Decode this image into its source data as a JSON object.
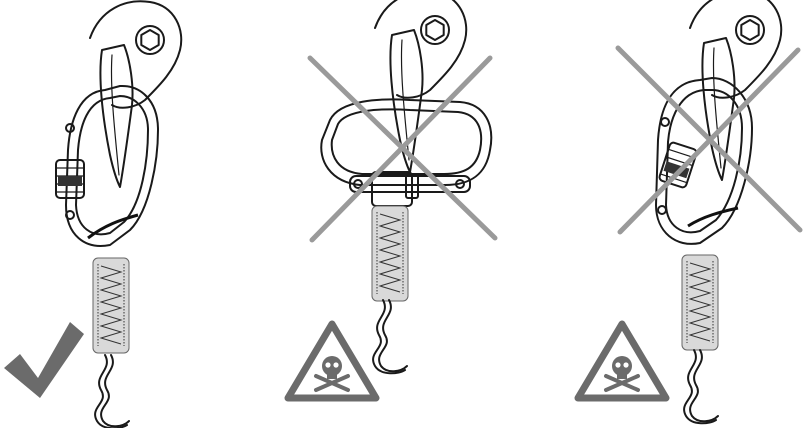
{
  "panels": [
    {
      "id": "correct",
      "status": "correct",
      "marker": "check-icon"
    },
    {
      "id": "wrong-crossloaded",
      "status": "incorrect",
      "marker": "danger-skull-icon"
    },
    {
      "id": "wrong-gate-loaded",
      "status": "incorrect",
      "marker": "danger-skull-icon"
    }
  ],
  "colors": {
    "outline": "#1a1a1a",
    "cross": "#9a9a9a",
    "webbing": "#d9d9d9",
    "check": "#6b6b6b",
    "warning": "#6b6b6b"
  }
}
